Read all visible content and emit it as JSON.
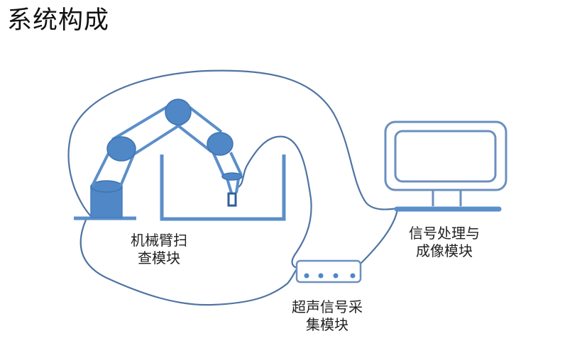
{
  "title": "系统构成",
  "colors": {
    "accent": "#5b8fc9",
    "fill": "#4f87c7",
    "cable": "#4f74a3"
  },
  "modules": [
    {
      "id": "robot-arm",
      "line1": "机械臂扫",
      "line2": "查模块"
    },
    {
      "id": "processing",
      "line1": "信号处理与",
      "line2": "成像模块"
    },
    {
      "id": "acquisition",
      "line1": "超声信号采",
      "line2": "集模块"
    }
  ]
}
